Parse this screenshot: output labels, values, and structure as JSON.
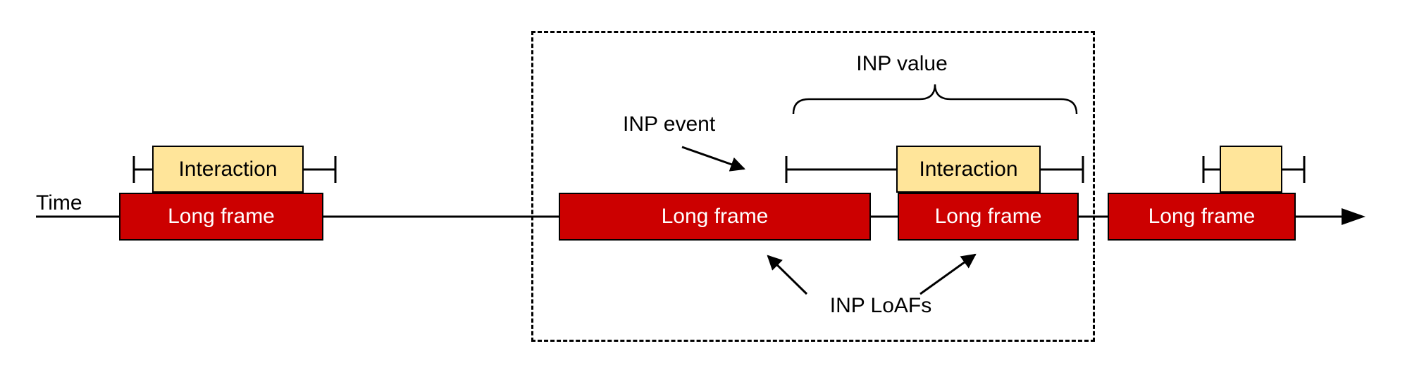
{
  "colors": {
    "background": "#ffffff",
    "long_frame_fill": "#cc0000",
    "long_frame_text": "#ffffff",
    "interaction_fill": "#ffe59a",
    "box_border": "#000000",
    "line_color": "#000000"
  },
  "timeline": {
    "label": "Time"
  },
  "frames": [
    {
      "label": "Long frame"
    },
    {
      "label": "Long frame"
    },
    {
      "label": "Long frame"
    },
    {
      "label": "Long frame"
    }
  ],
  "interactions": [
    {
      "label": "Interaction"
    },
    {
      "label": "Interaction"
    },
    {
      "label": ""
    }
  ],
  "annotations": {
    "inp_value": "INP value",
    "inp_event": "INP event",
    "inp_loafs": "INP LoAFs"
  }
}
